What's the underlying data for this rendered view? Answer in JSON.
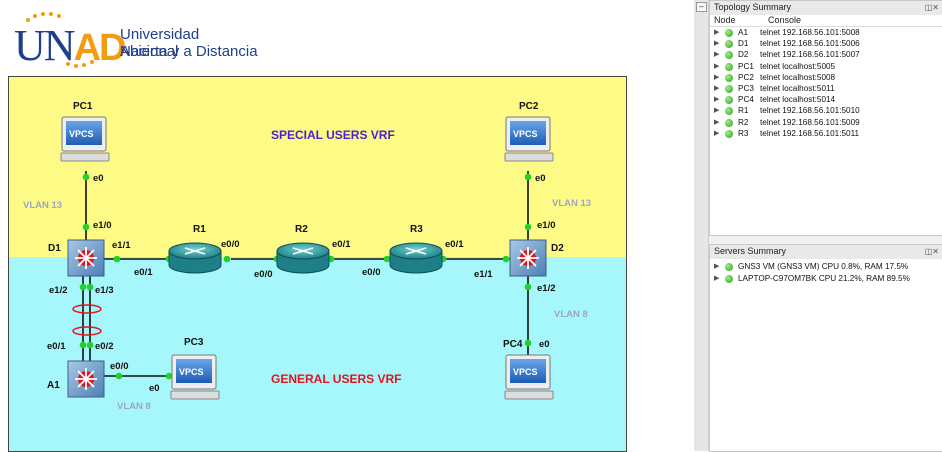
{
  "logo": {
    "letters_u": "U",
    "letters_n": "N",
    "letters_ad": "AD",
    "line1": "Universidad Nacional",
    "line2": "Abierta y a Distancia"
  },
  "topology": {
    "vrf_special": "SPECIAL USERS VRF",
    "vrf_general": "GENERAL USERS VRF",
    "vlan13_left": "VLAN 13",
    "vlan13_right": "VLAN 13",
    "vlan8_left": "VLAN 8",
    "vlan8_right": "VLAN 8",
    "devices": {
      "pc1": "PC1",
      "pc2": "PC2",
      "pc3": "PC3",
      "pc4": "PC4",
      "d1": "D1",
      "d2": "D2",
      "a1": "A1",
      "r1": "R1",
      "r2": "R2",
      "r3": "R3",
      "vpcs": "VPCS"
    },
    "interfaces": {
      "pc1_e0": "e0",
      "d1_e1_0": "e1/0",
      "d1_e1_1": "e1/1",
      "r1_e0_1": "e0/1",
      "r1_e0_0": "e0/0",
      "r2_e0_0": "e0/0",
      "r2_e0_1": "e0/1",
      "r3_e0_0": "e0/0",
      "r3_e0_1": "e0/1",
      "d2_e1_1": "e1/1",
      "d2_e1_0": "e1/0",
      "pc2_e0": "e0",
      "d2_e1_2": "e1/2",
      "pc4_e0": "e0",
      "d1_e1_2": "e1/2",
      "d1_e1_3": "e1/3",
      "a1_e0_1": "e0/1",
      "a1_e0_2": "e0/2",
      "a1_e0_0": "e0/0",
      "pc3_e0": "e0"
    },
    "colors": {
      "special_zone": "#fdfb86",
      "general_zone": "#a6f7fb",
      "special_text": "#4b1fd1",
      "general_text": "#e3141b",
      "link_dot": "#22d22b"
    }
  },
  "topology_summary": {
    "title": "Topology Summary",
    "col_node": "Node",
    "col_console": "Console",
    "rows": [
      {
        "node": "A1",
        "console": "telnet 192.168.56.101:5008"
      },
      {
        "node": "D1",
        "console": "telnet 192.168.56.101:5006"
      },
      {
        "node": "D2",
        "console": "telnet 192.168.56.101:5007"
      },
      {
        "node": "PC1",
        "console": "telnet localhost:5005"
      },
      {
        "node": "PC2",
        "console": "telnet localhost:5008"
      },
      {
        "node": "PC3",
        "console": "telnet localhost:5011"
      },
      {
        "node": "PC4",
        "console": "telnet localhost:5014"
      },
      {
        "node": "R1",
        "console": "telnet 192.168.56.101:5010"
      },
      {
        "node": "R2",
        "console": "telnet 192.168.56.101:5009"
      },
      {
        "node": "R3",
        "console": "telnet 192.168.56.101:5011"
      }
    ]
  },
  "servers_summary": {
    "title": "Servers Summary",
    "rows": [
      {
        "text": "GNS3 VM (GNS3 VM) CPU 0.8%, RAM 17.5%"
      },
      {
        "text": "LAPTOP-C97OM7BK CPU 21.2%, RAM 89.5%"
      }
    ]
  },
  "icons": [
    "router-icon",
    "multilayer-switch-icon",
    "vpcs-computer-icon",
    "status-dot-icon",
    "expand-arrow-icon"
  ]
}
